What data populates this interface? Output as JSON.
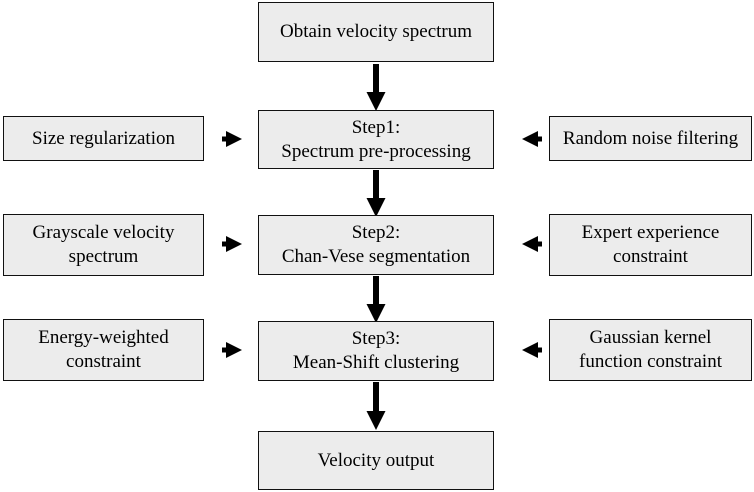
{
  "flow": {
    "start": "Obtain velocity spectrum",
    "step1": {
      "line1": "Step1:",
      "line2": "Spectrum pre-processing"
    },
    "step2": {
      "line1": "Step2:",
      "line2": "Chan-Vese segmentation"
    },
    "step3": {
      "line1": "Step3:",
      "line2": "Mean-Shift clustering"
    },
    "output": "Velocity output"
  },
  "left_inputs": {
    "size_regularization": "Size regularization",
    "grayscale": {
      "line1": "Grayscale velocity",
      "line2": "spectrum"
    },
    "energy": {
      "line1": "Energy-weighted",
      "line2": "constraint"
    }
  },
  "right_inputs": {
    "random_noise": "Random noise filtering",
    "expert": {
      "line1": "Expert experience",
      "line2": "constraint"
    },
    "gaussian": {
      "line1": "Gaussian kernel",
      "line2": "function constraint"
    }
  },
  "colors": {
    "box_fill": "#ececec",
    "border": "#111111",
    "arrow": "#000000"
  }
}
